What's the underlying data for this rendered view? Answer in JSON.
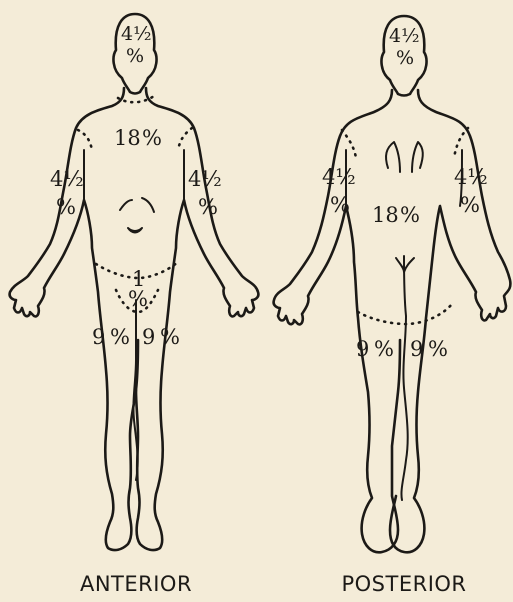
{
  "views": {
    "anterior": {
      "caption": "ANTERIOR",
      "head": {
        "value": "4½",
        "unit": "%"
      },
      "trunk": {
        "value": "18",
        "unit": "%"
      },
      "right_arm": {
        "value": "4½",
        "unit": "%"
      },
      "left_arm": {
        "value": "4½",
        "unit": "%"
      },
      "genital": {
        "value": "1",
        "unit": "%"
      },
      "right_leg": {
        "value": "9",
        "unit": "%"
      },
      "left_leg": {
        "value": "9",
        "unit": "%"
      }
    },
    "posterior": {
      "caption": "POSTERIOR",
      "head": {
        "value": "4½",
        "unit": "%"
      },
      "trunk": {
        "value": "18",
        "unit": "%"
      },
      "left_arm": {
        "value": "4½",
        "unit": "%"
      },
      "right_arm": {
        "value": "4½",
        "unit": "%"
      },
      "left_leg": {
        "value": "9",
        "unit": "%"
      },
      "right_leg": {
        "value": "9",
        "unit": "%"
      }
    }
  }
}
